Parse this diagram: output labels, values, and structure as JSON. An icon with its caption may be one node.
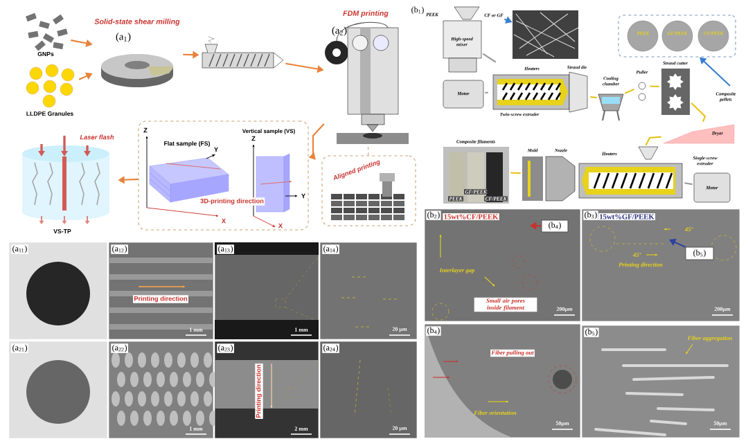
{
  "diagram": {
    "nodes": [
      {
        "text": [
          "GNPs"
        ]
      },
      {
        "text": [
          "LLDPE Granules"
        ]
      },
      {
        "text": [
          "Solid-state shear milling",
          "(a$_{1}$)"
        ]
      },
      {
        "text": [],
        "shape": "picture"
      },
      {
        "text": [
          "FDM printing",
          "(a$_{2}$)"
        ]
      },
      {
        "text": [
          "Aligned printing"
        ]
      },
      {
        "text": [],
        "shape": "box"
      },
      {
        "text": [
          "Flat sample (FS)"
        ],
        "in": 6,
        "beside": [
          "Z",
          "Y",
          "X"
        ]
      },
      {
        "text": [
          "Vertical sample (VS)"
        ],
        "in": 6,
        "beside": [
          "Z",
          "Y",
          "X"
        ]
      },
      {
        "text": [
          "Laser flash",
          "VS-TP"
        ]
      },
      {
        "text": [
          "High-speed mixer"
        ]
      },
      {
        "text": [],
        "shape": "picture"
      },
      {
        "text": [
          "Motor"
        ]
      },
      {
        "text": [
          "Heaters",
          "Strand die",
          "Twin-screw extruder"
        ]
      },
      {
        "text": [],
        "shape": "box"
      },
      {
        "text": [
          "PEEK"
        ],
        "in": 14
      },
      {
        "text": [
          "GF/PEEK"
        ],
        "in": 14
      },
      {
        "text": [
          "CF/PEEK"
        ],
        "in": 14
      },
      {
        "text": [
          "Cooling chamber"
        ]
      },
      {
        "text": [
          "Puller"
        ]
      },
      {
        "text": [
          "Strand cutter"
        ]
      },
      {
        "text": [
          "Dryer"
        ]
      },
      {
        "text": [
          "Composite filaments",
          "PEEK",
          "GF/PEEK",
          "CF/PEEK"
        ]
      },
      {
        "text": [
          "Mold"
        ]
      },
      {
        "text": [
          "Nozzle"
        ]
      },
      {
        "text": [
          "Heaters",
          "Single-screw extruder"
        ]
      },
      {
        "text": [
          "Motor"
        ]
      },
      {
        "text": [
          "(a$_{11}$)"
        ]
      },
      {
        "text": [
          "(a$_{12}$)",
          "Printing direction",
          "1 mm"
        ]
      },
      {
        "text": [
          "(a$_{13}$)",
          "1 mm"
        ]
      },
      {
        "text": [
          "(a$_{14}$)",
          "20 μm"
        ]
      },
      {
        "text": [
          "(a$_{21}$)"
        ]
      },
      {
        "text": [
          "(a$_{22}$)",
          "1 mm"
        ]
      },
      {
        "text": [
          "(a$_{23}$)",
          "Printing direction",
          "2 mm"
        ]
      },
      {
        "text": [
          "(a$_{24}$)",
          "20 μm"
        ]
      },
      {
        "text": [
          "(b$_{2}$)",
          "15wt%CF/PEEK",
          "Interlayer gap",
          "Small air pores inside filament",
          "200μm"
        ]
      },
      {
        "text": [
          "(b$_{4}$)"
        ],
        "in": 35
      },
      {
        "text": [
          "(b$_{3}$)",
          "15wt%GF/PEEK",
          "45°",
          "45°",
          "Printing direction",
          "200μm"
        ]
      },
      {
        "text": [
          "(b$_{5}$)"
        ],
        "in": 37
      },
      {
        "text": [
          "(b$_{4}$)",
          "Fiber pulling out",
          "Fiber orientation",
          "50μm"
        ]
      },
      {
        "text": [
          "(b$_{5}$)",
          "Fiber aggregation",
          "50μm"
        ]
      },
      {
        "text": [
          "CF or GF"
        ]
      }
    ],
    "edges": [
      {
        "from": 0,
        "to": 2,
        "arrow": "to",
        "color": "#e8823a"
      },
      {
        "from": 1,
        "to": 2,
        "arrow": "to",
        "color": "#e8823a"
      },
      {
        "from": 2,
        "to": 3,
        "arrow": "to",
        "color": "#e8823a"
      },
      {
        "from": 3,
        "to": 4,
        "arrow": "to",
        "color": "#e8823a"
      },
      {
        "from": 4,
        "to": 6,
        "arrow": "to",
        "color": "#e8823a"
      },
      {
        "from": 6,
        "to": 9,
        "arrow": "to",
        "color": "#e8823a"
      },
      {
        "from": 4,
        "to": 5,
        "arrow": "none",
        "style": "dashed",
        "color": "#c8a070"
      },
      {
        "from": 41,
        "to": 11,
        "arrow": "to",
        "color": "#3a7fd0"
      },
      {
        "from": 10,
        "to": 13,
        "arrow": "none",
        "color": "#9a9a9a"
      },
      {
        "from": 12,
        "to": 13,
        "arrow": "none",
        "color": "#9a9a9a"
      },
      {
        "from": 13,
        "to": 18,
        "arrow": "none"
      },
      {
        "from": 18,
        "to": 19,
        "arrow": "none"
      },
      {
        "from": 19,
        "to": 20,
        "arrow": "none"
      },
      {
        "from": 20,
        "to": 21,
        "arrow": "none"
      },
      {
        "from": 21,
        "to": 25,
        "arrow": "none"
      },
      {
        "from": null,
        "to": 14,
        "arrow": "to",
        "color": "#3a7fd0"
      },
      {
        "from": 26,
        "to": 25,
        "arrow": "none",
        "color": "#9a9a9a"
      },
      {
        "from": 23,
        "to": 22,
        "arrow": "none"
      },
      {
        "from": 36,
        "to": null,
        "arrow": "to",
        "color": "#c8322d"
      },
      {
        "from": 38,
        "to": null,
        "arrow": "to",
        "color": "#3040a0"
      }
    ],
    "labels": [
      "3D-printing direction",
      "(b$_{1}$)",
      "PEEK",
      "Composite pellets"
    ]
  }
}
